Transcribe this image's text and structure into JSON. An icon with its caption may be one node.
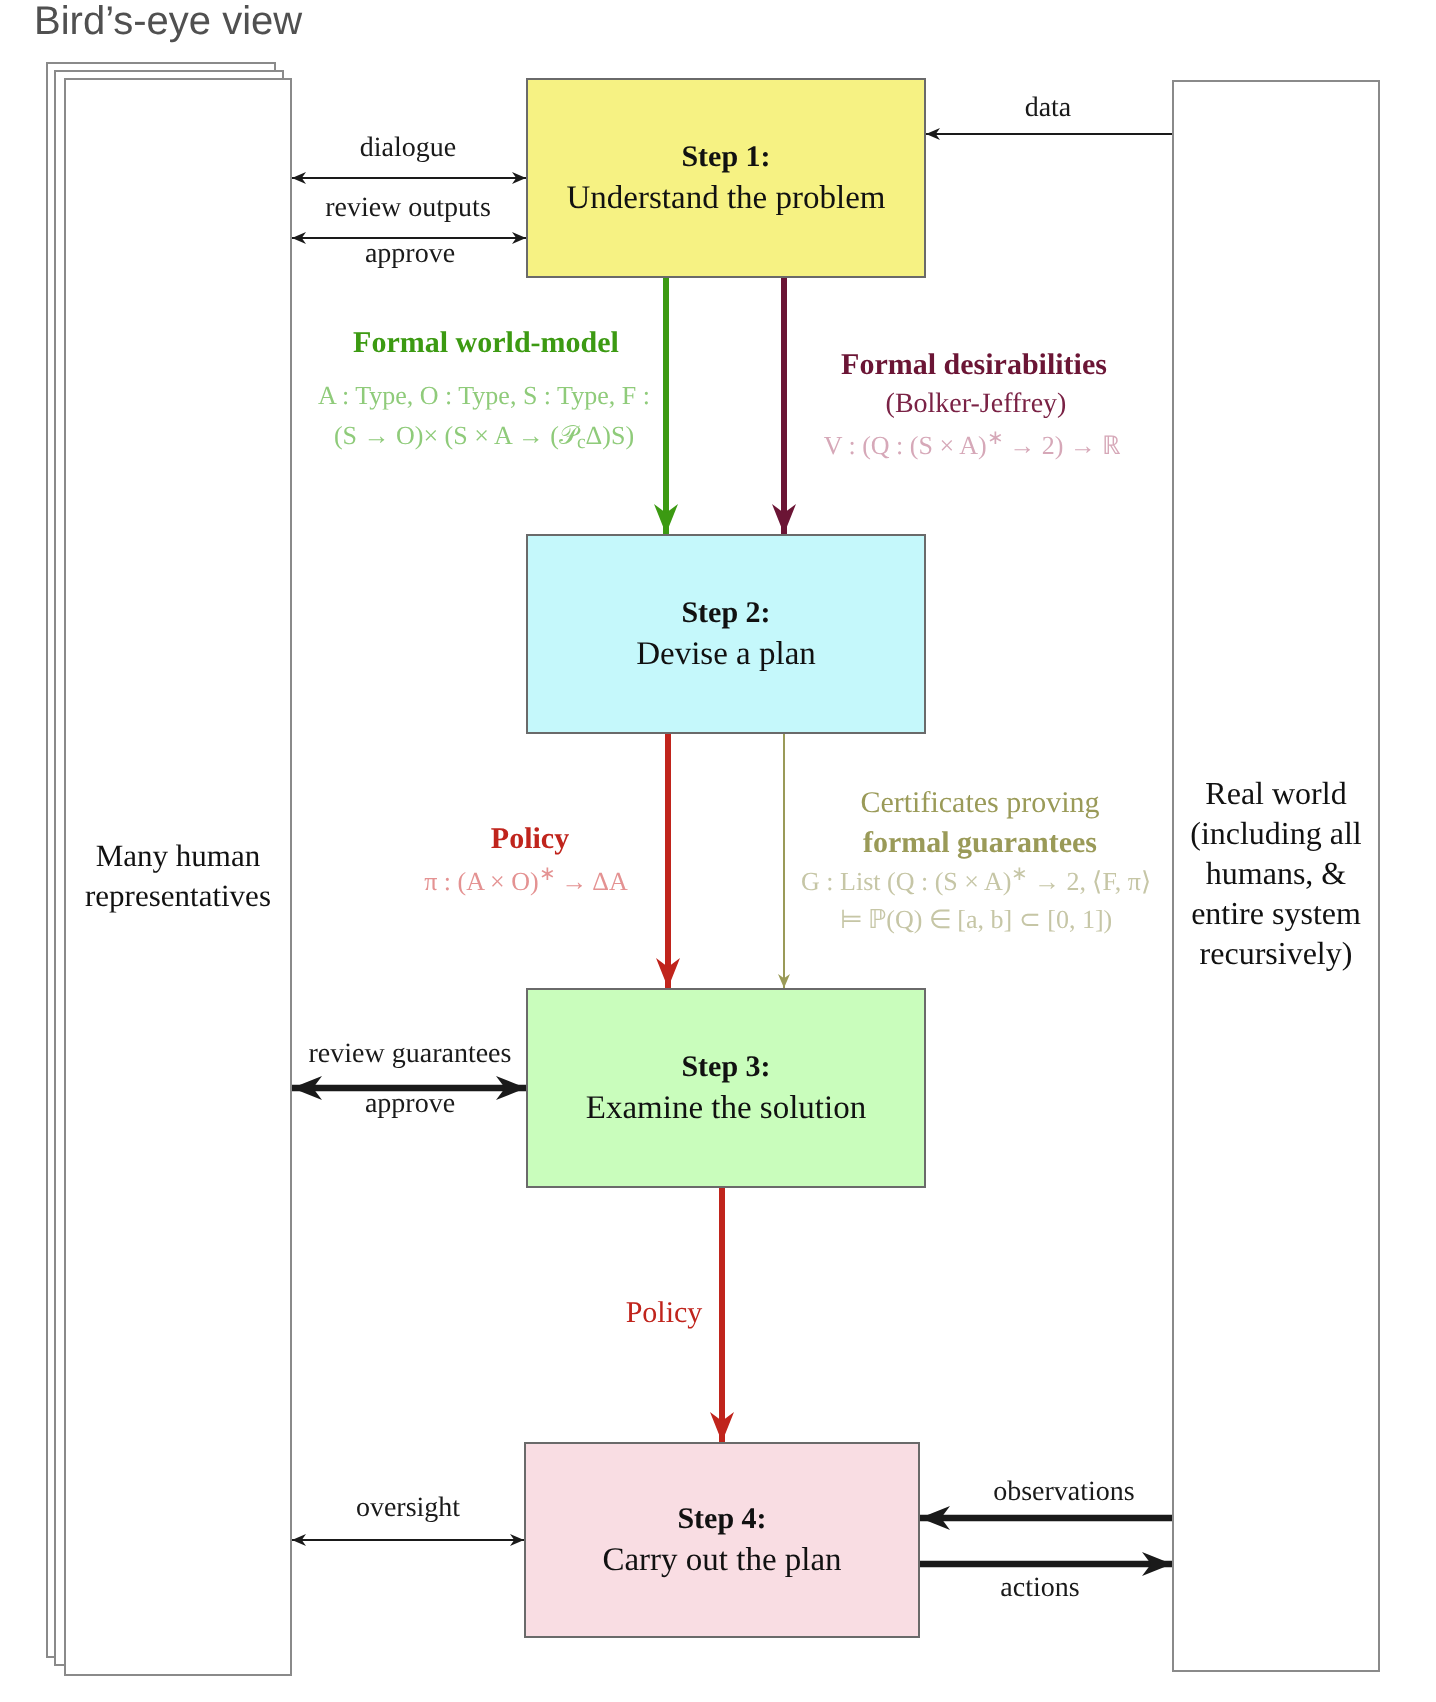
{
  "diagram": {
    "title": "Bird’s-eye view",
    "nodes": [
      {
        "text": [
          "Many human representatives"
        ]
      },
      {
        "text": [
          "Step 1:",
          "Understand the problem"
        ]
      },
      {
        "text": [
          "Step 2:",
          "Devise a plan"
        ]
      },
      {
        "text": [
          "Step 3:",
          "Examine the solution"
        ]
      },
      {
        "text": [
          "Step 4:",
          "Carry out the plan"
        ]
      },
      {
        "text": [
          "Real world (including all humans, & entire system recursively)"
        ]
      }
    ],
    "edges": [
      {
        "from": 0,
        "to": 1,
        "arrow": "both",
        "label": "dialogue"
      },
      {
        "from": 0,
        "to": 1,
        "arrow": "both",
        "label": "review outputs"
      },
      {
        "from": 5,
        "to": 1,
        "arrow": "to",
        "label": "data"
      },
      {
        "from": 1,
        "to": 2,
        "arrow": "to",
        "label": "Formal world-model",
        "color": "#3c9a12"
      },
      {
        "from": 1,
        "to": 2,
        "arrow": "to",
        "label": "Formal desirabilities",
        "color": "#6b1535"
      },
      {
        "from": 2,
        "to": 3,
        "arrow": "to",
        "label": "Policy",
        "color": "#c0241c"
      },
      {
        "from": 2,
        "to": 3,
        "arrow": "to",
        "label": "Certificates proving **formal guarantees**",
        "color": "#9a9a58"
      },
      {
        "from": 0,
        "to": 3,
        "arrow": "both",
        "label": "review guarantees"
      },
      {
        "from": 3,
        "to": 4,
        "arrow": "to",
        "label": "Policy",
        "color": "#c0241c"
      },
      {
        "from": 0,
        "to": 4,
        "arrow": "both",
        "label": "oversight"
      },
      {
        "from": 5,
        "to": 4,
        "arrow": "to",
        "label": "observations"
      },
      {
        "from": 4,
        "to": 5,
        "arrow": "to",
        "label": "actions"
      }
    ],
    "labels": [
      "approve",
      "A : Type, O : Type, S : Type, F : (S → O)× (S × A → (𝒫$_{c}$Δ)S)",
      "(Bolker-Jeffrey)",
      "V : (Q : (S × A)$^{∗}$ → 2) → ℝ",
      "π : (A × O)$^{∗}$ → ΔA",
      "G : List (Q : (S × A)$^{∗}$ → 2, ⟨F, π⟩ ⊨ ℙ(Q) ∈ [a, b] ⊂ [0, 1])",
      "approve"
    ]
  }
}
